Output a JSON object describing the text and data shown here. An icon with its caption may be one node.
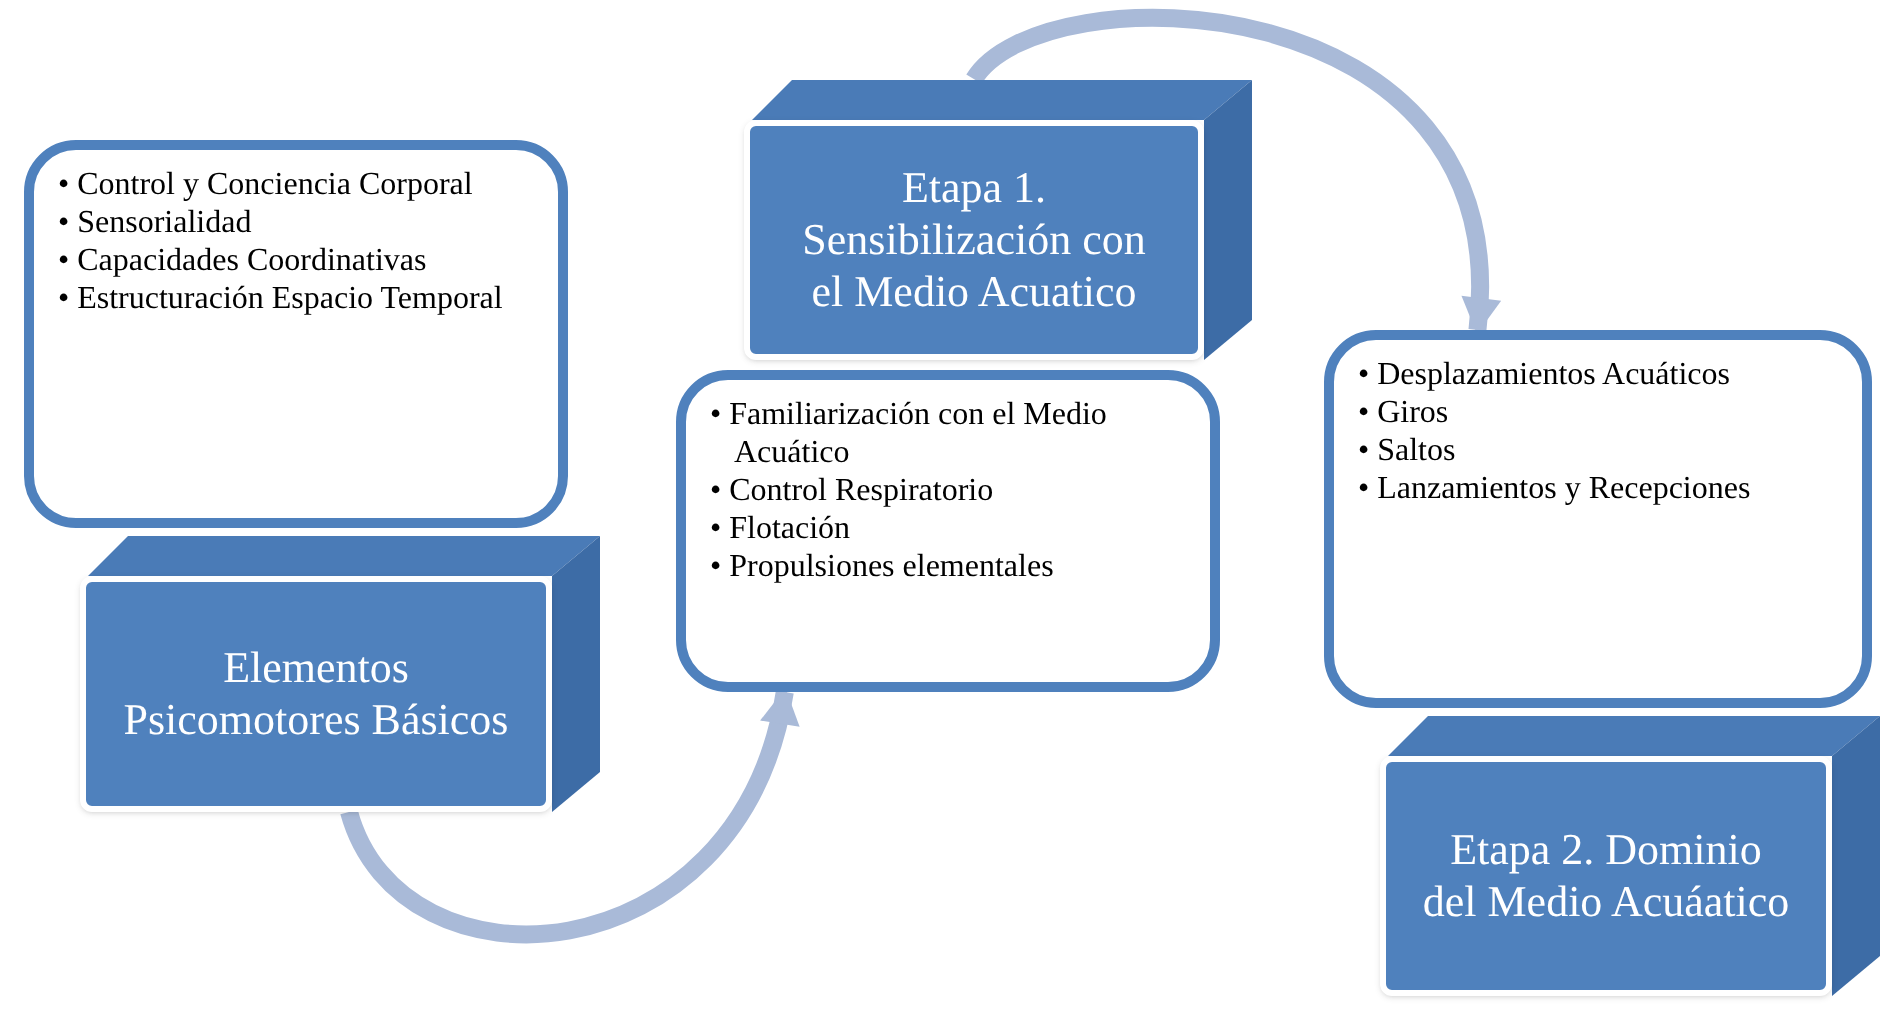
{
  "diagram": {
    "nodes": [
      {
        "text": [
          "• Control y Conciencia Corporal",
          "• Sensorialidad",
          "• Capacidades Coordinativas",
          "• Estructuración Espacio Temporal"
        ]
      },
      {
        "text": [
          "Elementos Psicomotores Básicos"
        ]
      },
      {
        "text": [
          "• Familiarización con el Medio Acuático",
          "• Control Respiratorio",
          "• Flotación",
          "• Propulsiones elementales"
        ]
      },
      {
        "text": [
          "Etapa 1. Sensibilización con el Medio Acuatico"
        ]
      },
      {
        "text": [
          "• Desplazamientos Acuáticos",
          "• Giros",
          "• Saltos",
          "• Lanzamientos y Recepciones"
        ]
      },
      {
        "text": [
          "Etapa 2. Dominio del Medio Acuáatico"
        ]
      }
    ],
    "edges": [
      {
        "from": 1,
        "to": 2,
        "arrow": "to"
      },
      {
        "from": 3,
        "to": 4,
        "arrow": "to"
      }
    ]
  }
}
